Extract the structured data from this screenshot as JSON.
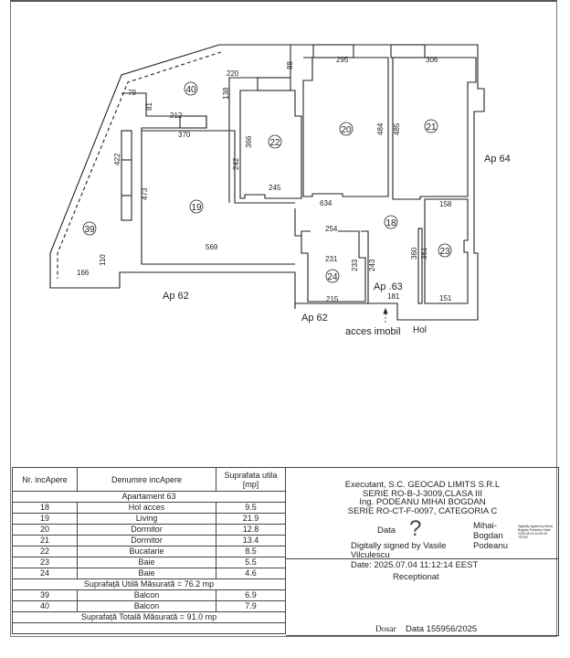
{
  "plan": {
    "rooms": [
      "40",
      "22",
      "20",
      "21",
      "19",
      "18",
      "23",
      "24",
      "39"
    ],
    "dims": [
      "220",
      "88",
      "79",
      "81",
      "212",
      "370",
      "138",
      "366",
      "242",
      "245",
      "422",
      "473",
      "569",
      "110",
      "166",
      "295",
      "306",
      "484",
      "485",
      "634",
      "254",
      "158",
      "231",
      "233",
      "243",
      "360",
      "361",
      "215",
      "181",
      "151"
    ],
    "labels": {
      "ap64": "Ap 64",
      "ap62_left": "Ap 62",
      "ap62_right": "Ap 62",
      "ap63": "Ap .63",
      "access": "acces imobil",
      "hol": "Hol"
    }
  },
  "table": {
    "headers": [
      "Nr. incApere",
      "Denumire incApere",
      "Suprafata utila",
      "[mp]"
    ],
    "apartment": "Apartament 63",
    "rows": [
      {
        "nr": "18",
        "name": "Hol acces",
        "area": "9.5"
      },
      {
        "nr": "19",
        "name": "Living",
        "area": "21.9"
      },
      {
        "nr": "20",
        "name": "Dormitor",
        "area": "12.8"
      },
      {
        "nr": "21",
        "name": "Dormitor",
        "area": "13.4"
      },
      {
        "nr": "22",
        "name": "Bucatarie",
        "area": "8.5"
      },
      {
        "nr": "23",
        "name": "Baie",
        "area": "5.5"
      },
      {
        "nr": "24",
        "name": "Baie",
        "area": "4.6"
      }
    ],
    "useful_total": "Suprafață Utilă Măsurată = 76.2   mp",
    "balconies": [
      {
        "nr": "39",
        "name": "Balcon",
        "area": "6.9"
      },
      {
        "nr": "40",
        "name": "Balcon",
        "area": "7.9"
      }
    ],
    "grand_total": "Suprafață Totală Măsurată = 91.0  mp"
  },
  "executant": {
    "line1": "Executant, S.C. GEOCAD LIMITS S.R.L",
    "line2": "SERIE RO-B-J-3009,CLASA III",
    "line3": "Ing. PODEANU MIHAI BOGDAN",
    "line4": "SERIE RO-CT-F-0097, CATEGORIA C"
  },
  "signatures": {
    "data_label": "Data",
    "signed_by": "Digitally signed by Vasile",
    "signed_name": "Vilculescu",
    "date": "Date: 2025.07.04 11:12:14 EEST",
    "overlay": "Receptionat",
    "signer_name": [
      "Mihai-",
      "Bogdan",
      "Podeanu"
    ],
    "signer_small": "Digitally signed by Mihai-Bogdan Podeanu Date: 2025.06.20 14:00:25 +03'00'",
    "dosar": "Dosar",
    "dosar_data": "Data 155956/2025"
  }
}
